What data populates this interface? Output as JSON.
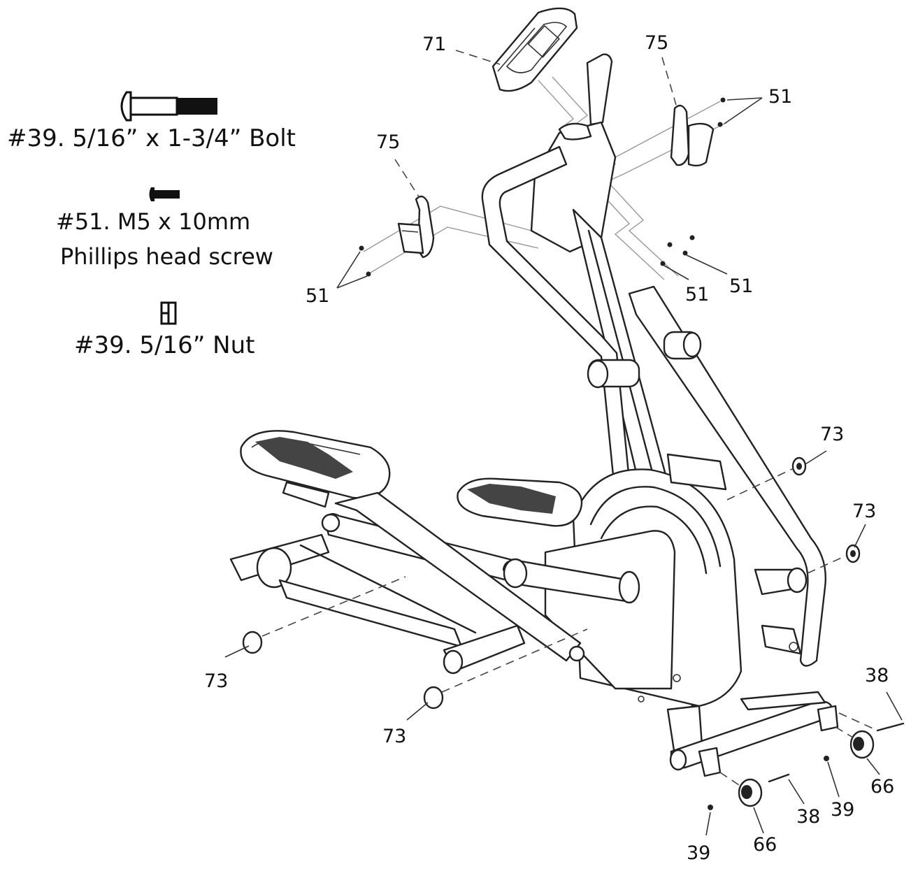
{
  "legend": {
    "bolt_39": "#39. 5/16” x 1-3/4” Bolt",
    "screw_51_line1": "#51. M5 x 10mm",
    "screw_51_line2": "Phillips head screw",
    "nut_39": "#39. 5/16” Nut"
  },
  "callouts": {
    "c71": "71",
    "c75_top": "75",
    "c51_top_right": "51",
    "c75_left": "75",
    "c51_left": "51",
    "c51_mid_a": "51",
    "c51_mid_b": "51",
    "c73_right_a": "73",
    "c73_right_b": "73",
    "c73_left": "73",
    "c73_bottom": "73",
    "c38_right": "38",
    "c38_bottom": "38",
    "c39_right": "39",
    "c39_bottom": "39",
    "c66_right": "66",
    "c66_bottom": "66"
  }
}
